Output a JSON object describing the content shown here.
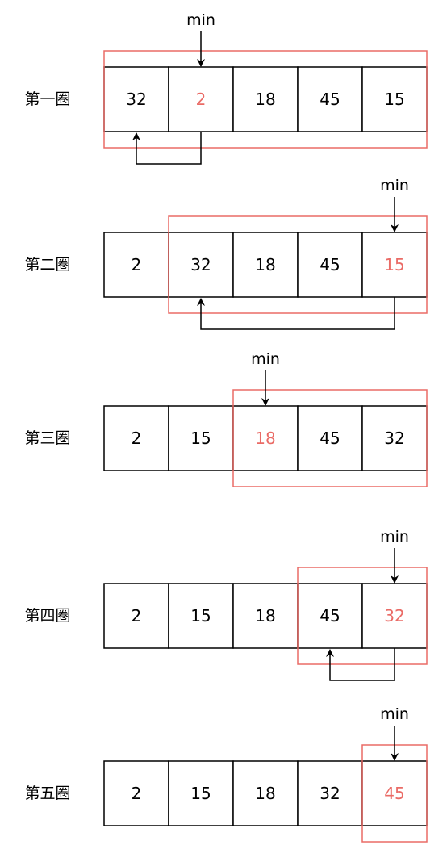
{
  "colors": {
    "highlight": "#ea6b66",
    "cell_stroke": "#000000",
    "text": "#000000"
  },
  "pointer_label": "min",
  "rounds": [
    {
      "label": "第一圈",
      "values": [
        "32",
        "2",
        "18",
        "45",
        "15"
      ],
      "min_index": 1,
      "box_start": 0,
      "swap_with": 0
    },
    {
      "label": "第二圈",
      "values": [
        "2",
        "32",
        "18",
        "45",
        "15"
      ],
      "min_index": 4,
      "box_start": 1,
      "swap_with": 1
    },
    {
      "label": "第三圈",
      "values": [
        "2",
        "15",
        "18",
        "45",
        "32"
      ],
      "min_index": 2,
      "box_start": 2,
      "swap_with": null
    },
    {
      "label": "第四圈",
      "values": [
        "2",
        "15",
        "18",
        "45",
        "32"
      ],
      "min_index": 4,
      "box_start": 3,
      "swap_with": 3
    },
    {
      "label": "第五圈",
      "values": [
        "2",
        "15",
        "18",
        "32",
        "45"
      ],
      "min_index": 4,
      "box_start": 4,
      "swap_with": null
    }
  ]
}
